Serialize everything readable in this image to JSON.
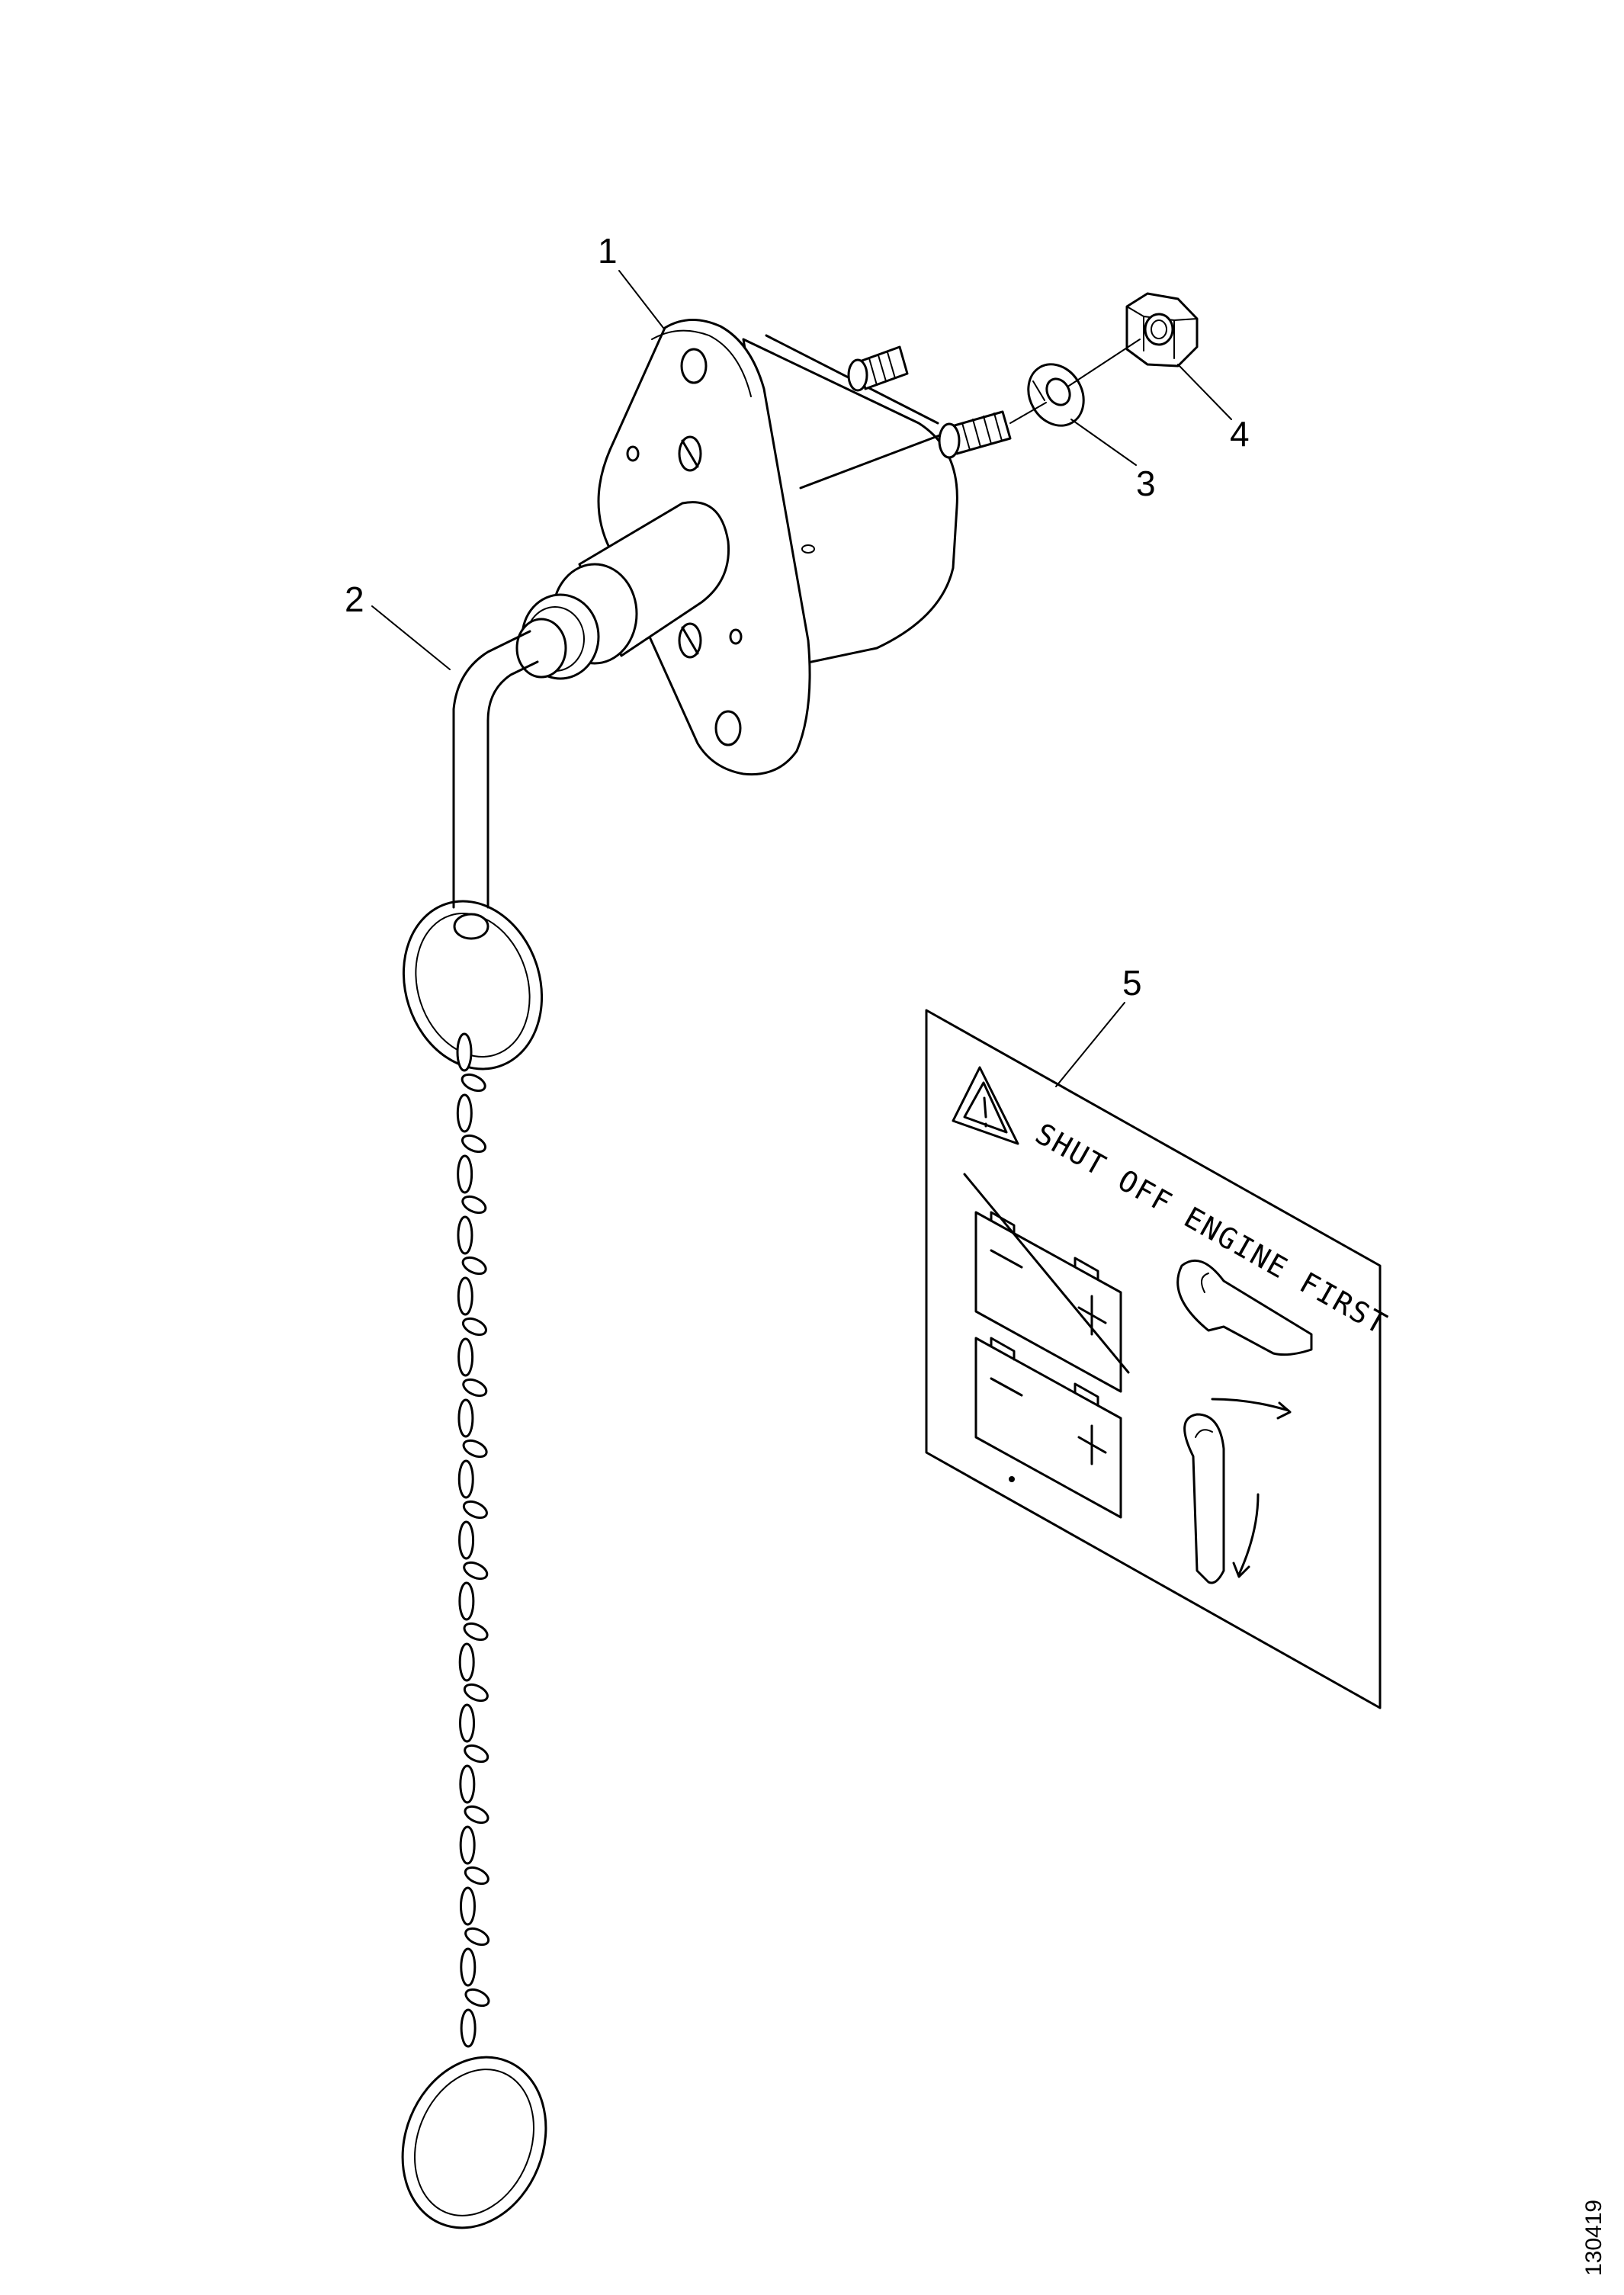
{
  "callouts": [
    "1",
    "2",
    "3",
    "4",
    "5"
  ],
  "sign": {
    "text": "SHUT OFF ENGINE FIRST",
    "symbols": [
      "warning-triangle-icon",
      "battery-icon",
      "key-icon"
    ]
  },
  "drawing_number": "130419"
}
